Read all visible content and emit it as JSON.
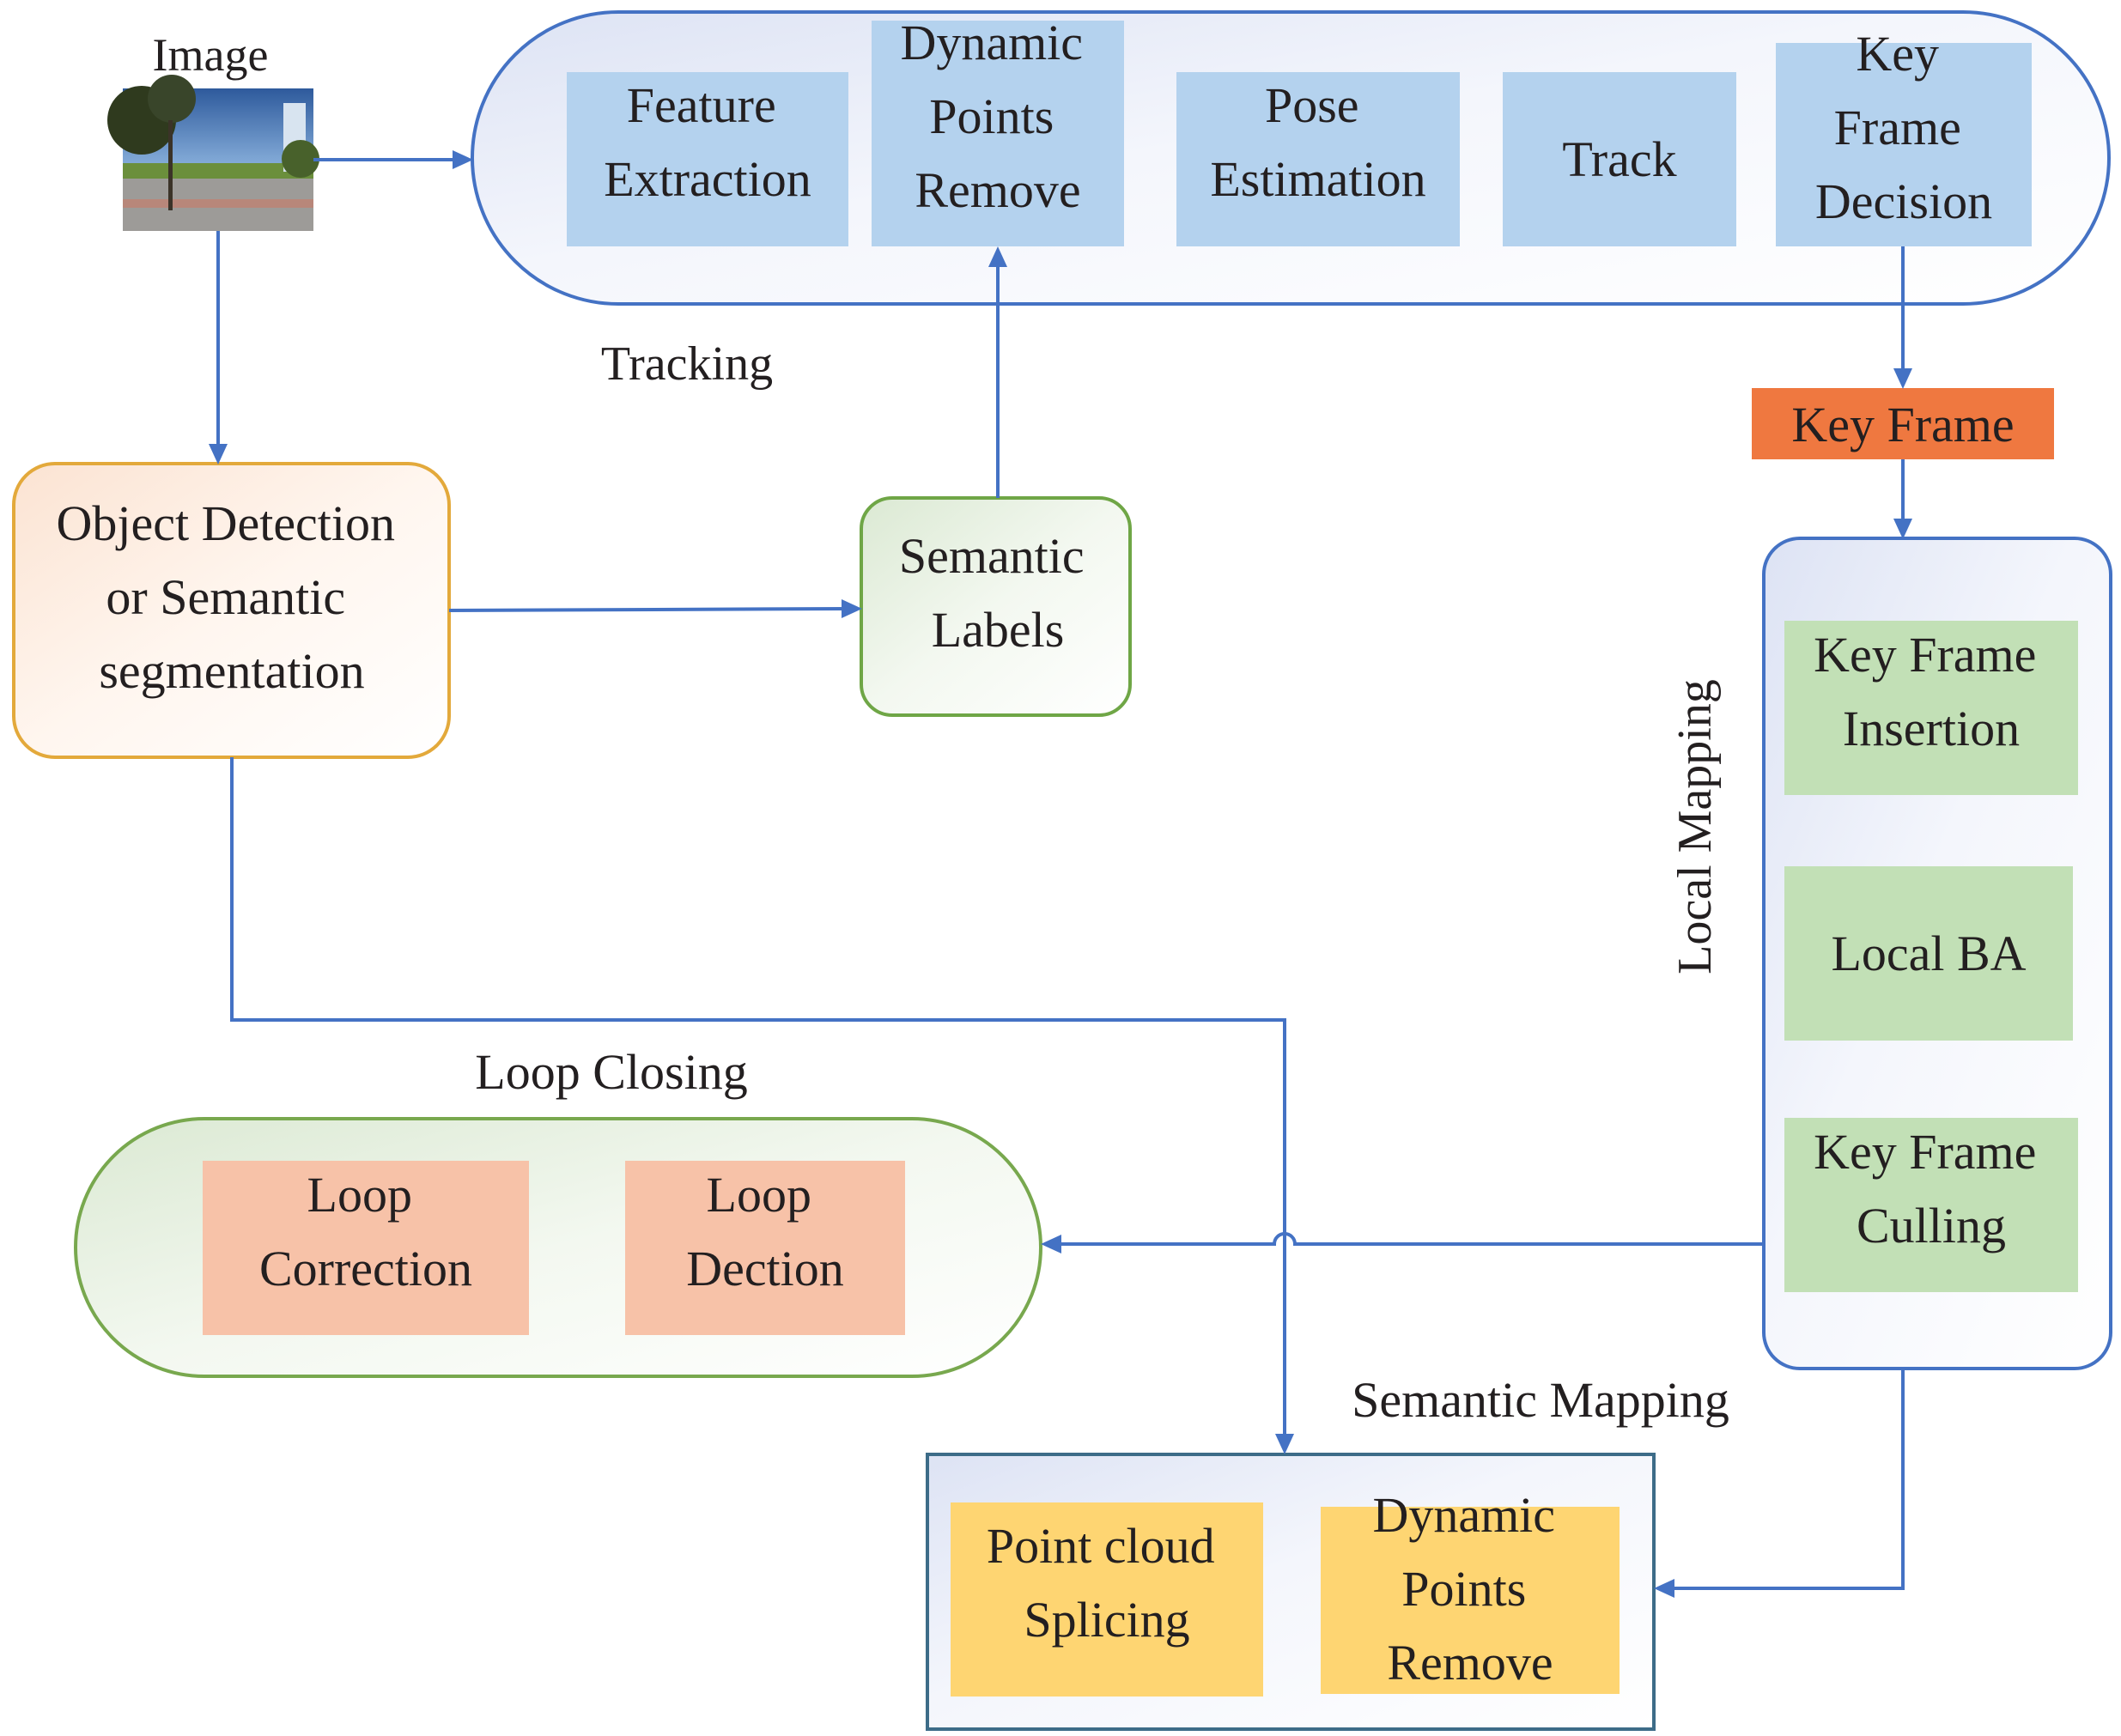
{
  "image_label": "Image",
  "tracking": {
    "label": "Tracking",
    "boxes": [
      [
        "Feature",
        "Extraction"
      ],
      [
        "Dynamic",
        "Points",
        "Remove"
      ],
      [
        "Pose",
        "Estimation"
      ],
      [
        "Track"
      ],
      [
        "Key",
        "Frame",
        "Decision"
      ]
    ]
  },
  "key_frame": "Key Frame",
  "detection": [
    "Object Detection",
    "or Semantic",
    "segmentation"
  ],
  "semantic_labels": [
    "Semantic",
    "Labels"
  ],
  "local_mapping": {
    "label": "Local Mapping",
    "boxes": [
      [
        "Key Frame",
        "Insertion"
      ],
      [
        "Local BA"
      ],
      [
        "Key Frame",
        "Culling"
      ]
    ]
  },
  "loop_closing": {
    "label": "Loop Closing",
    "boxes": [
      [
        "Loop",
        "Correction"
      ],
      [
        "Loop",
        "Dection"
      ]
    ]
  },
  "semantic_mapping": {
    "label": "Semantic Mapping",
    "boxes": [
      [
        "Point cloud",
        "Splicing"
      ],
      [
        "Dynamic",
        "Points",
        "Remove"
      ]
    ]
  },
  "colors": {
    "connector": "#4472c4",
    "tracking_box": "#b4d2ee",
    "key_frame": "#ef7840",
    "local_box": "#c2e0b6",
    "loop_box": "#f7c2a8",
    "mapping_box": "#fed572",
    "detection_border": "#e3a93b",
    "labels_border": "#6fa646",
    "loop_border": "#78a84e",
    "mapping_border": "#3d6c88"
  }
}
